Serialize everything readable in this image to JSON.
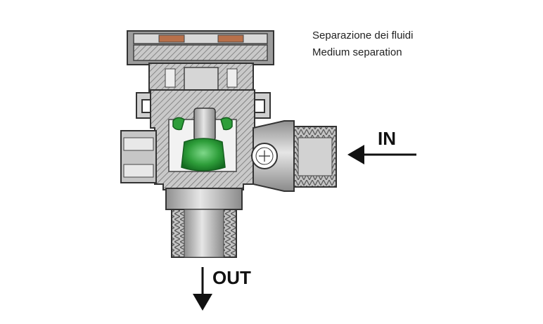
{
  "caption": {
    "line1": "Separazione dei fluidi",
    "line2": "Medium separation"
  },
  "flow": {
    "in_label": "IN",
    "out_label": "OUT"
  },
  "colors": {
    "steel": "#b9b9b9",
    "steel_dark": "#7a7a7a",
    "hatch": "#5a5a5a",
    "seal_green": "#2e9e3a",
    "copper": "#b8704a",
    "arrow": "#111111"
  }
}
